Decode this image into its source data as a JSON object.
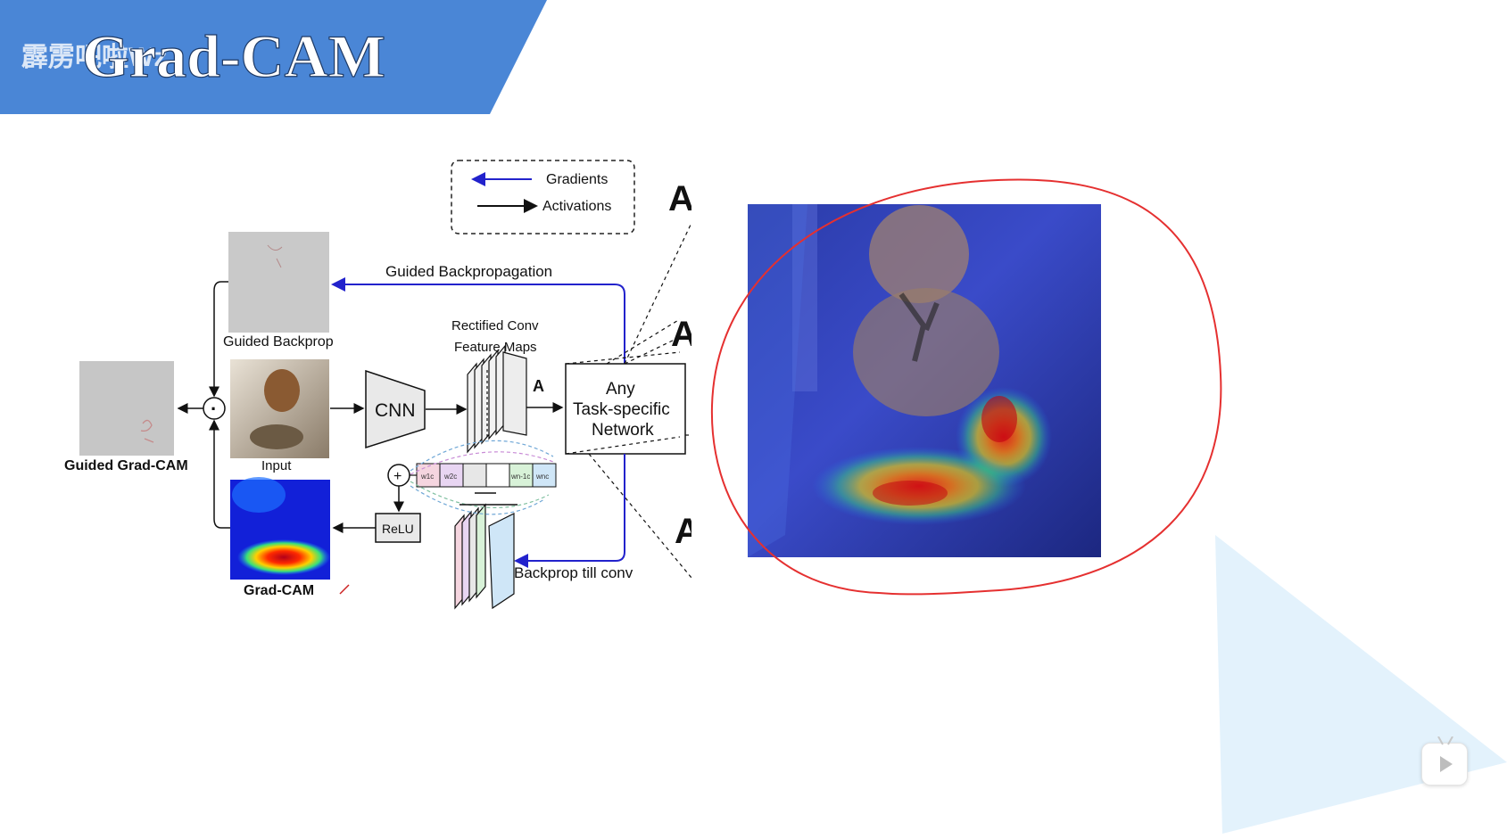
{
  "slide": {
    "title": "Grad-CAM",
    "watermark": "霹雳吧啦Wz",
    "header_color": "#4a86d6"
  },
  "diagram": {
    "legend": {
      "gradients": "Gradients",
      "activations": "Activations"
    },
    "guided_backprop_arrow_label": "Guided Backpropagation",
    "guided_backprop_label": "Guided Backprop",
    "input_label": "Input",
    "guided_gradcam_label": "Guided Grad-CAM",
    "gradcam_label": "Grad-CAM",
    "cnn_label": "CNN",
    "rectified_label_line1": "Rectified Conv",
    "rectified_label_line2": "Feature Maps",
    "activation_symbol": "A",
    "network_line1": "Any",
    "network_line2": "Task-specific",
    "network_line3": "Network",
    "relu_label": "ReLU",
    "backprop_conv_label": "Backprop till conv",
    "plus_symbol": "+",
    "dot_symbol": "·",
    "weights": [
      "w1c",
      "w2c",
      "wn-1c",
      "wnc"
    ],
    "cut_off_letters": [
      "A",
      "A",
      "A"
    ],
    "colors": {
      "gradient_arrow": "#2222cc",
      "annotation_circle": "#e53030"
    }
  },
  "player": {
    "play_icon": "play-icon"
  }
}
